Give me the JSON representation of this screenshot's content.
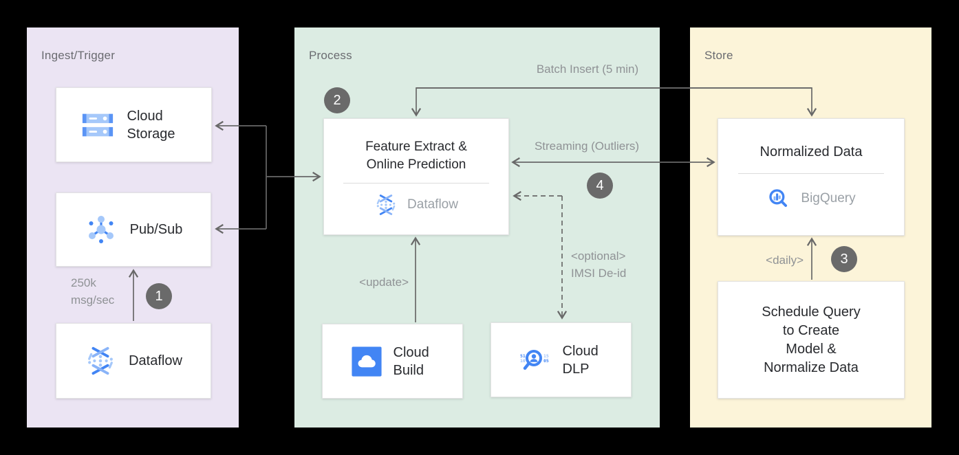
{
  "panels": {
    "ingest": {
      "title": "Ingest/Trigger"
    },
    "process": {
      "title": "Process"
    },
    "store": {
      "title": "Store"
    }
  },
  "nodes": {
    "cloud_storage": {
      "name": "Cloud Storage"
    },
    "pubsub": {
      "name": "Pub/Sub"
    },
    "dataflow_ingest": {
      "name": "Dataflow"
    },
    "feature": {
      "title": "Feature Extract & Online Prediction",
      "service": "Dataflow"
    },
    "cloud_build": {
      "name": "Cloud Build"
    },
    "cloud_dlp": {
      "name": "Cloud DLP",
      "digits": {
        "tl": "51",
        "bl": "10",
        "tr": "15",
        "br": "05"
      }
    },
    "normalized": {
      "title": "Normalized Data",
      "service": "BigQuery"
    },
    "schedule": {
      "lines": [
        "Schedule Query",
        "to Create",
        "Model &",
        "Normalize Data"
      ]
    }
  },
  "annotations": {
    "msg_rate": {
      "lines": [
        "250k",
        "msg/sec"
      ]
    },
    "batch": "Batch Insert (5 min)",
    "streaming": "Streaming (Outliers)",
    "update": "<update>",
    "optional": {
      "lines": [
        "<optional>",
        "IMSI De-id"
      ]
    },
    "daily": "<daily>"
  },
  "badges": {
    "b1": "1",
    "b2": "2",
    "b3": "3",
    "b4": "4"
  },
  "icons": {
    "cloud_storage": "server-stack-icon",
    "pubsub": "connected-nodes-icon",
    "dataflow": "snowflake-flow-icon",
    "cloud_build": "cloud-in-square-icon",
    "cloud_dlp": "magnifier-person-icon",
    "bigquery": "magnifier-chart-icon"
  },
  "colors": {
    "background": "#000000",
    "panel_ingest": "#ebe4f3",
    "panel_process": "#dcece3",
    "panel_store": "#fcf4d9",
    "node_bg": "#ffffff",
    "accent_blue": "#4285f4",
    "accent_blue_light": "#a5c8fa",
    "arrow": "#686868",
    "badge_bg": "#6a6a6a",
    "text_dark": "#282a2e",
    "text_gray": "#8f9295"
  }
}
